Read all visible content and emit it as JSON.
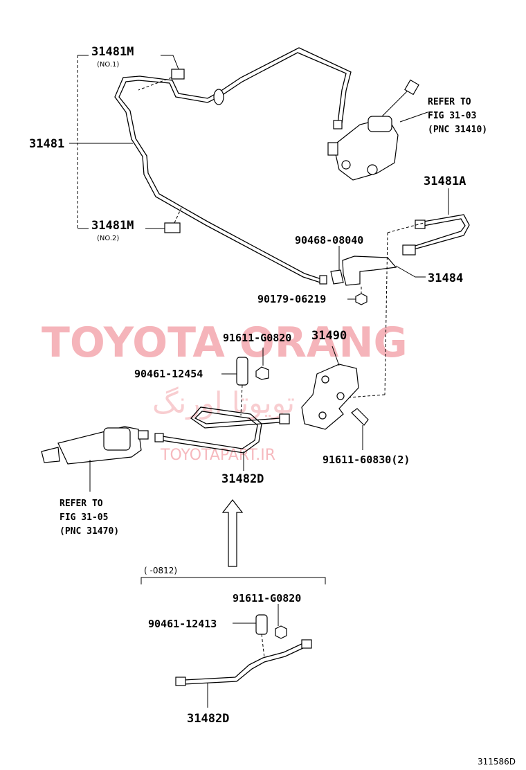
{
  "labels": {
    "p31481M_1": "31481M",
    "p31481M_1_sub": "(NO.1)",
    "p31481": "31481",
    "p31481M_2": "31481M",
    "p31481M_2_sub": "(NO.2)",
    "ref_master_1": "REFER TO",
    "ref_master_2": "FIG 31-03",
    "ref_master_3": "(PNC 31410)",
    "p31481A": "31481A",
    "p90468": "90468-08040",
    "p31484": "31484",
    "p90179": "90179-06219",
    "p91611_G0820_a": "91611-G0820",
    "p31490": "31490",
    "p90461_12454": "90461-12454",
    "p91611_60830": "91611-60830(2)",
    "p31482D_a": "31482D",
    "ref_release_1": "REFER TO",
    "ref_release_2": "FIG 31-05",
    "ref_release_3": "(PNC 31470)",
    "range": "(      -0812)",
    "p91611_G0820_b": "91611-G0820",
    "p90461_12413": "90461-12413",
    "p31482D_b": "31482D",
    "fig_code": "311586D"
  },
  "watermark": {
    "brand": "TOYOTA ORANG",
    "persian": "تويوتا اورنگ",
    "url": "TOYOTAPART.IR",
    "color": "#f4a8ae"
  }
}
